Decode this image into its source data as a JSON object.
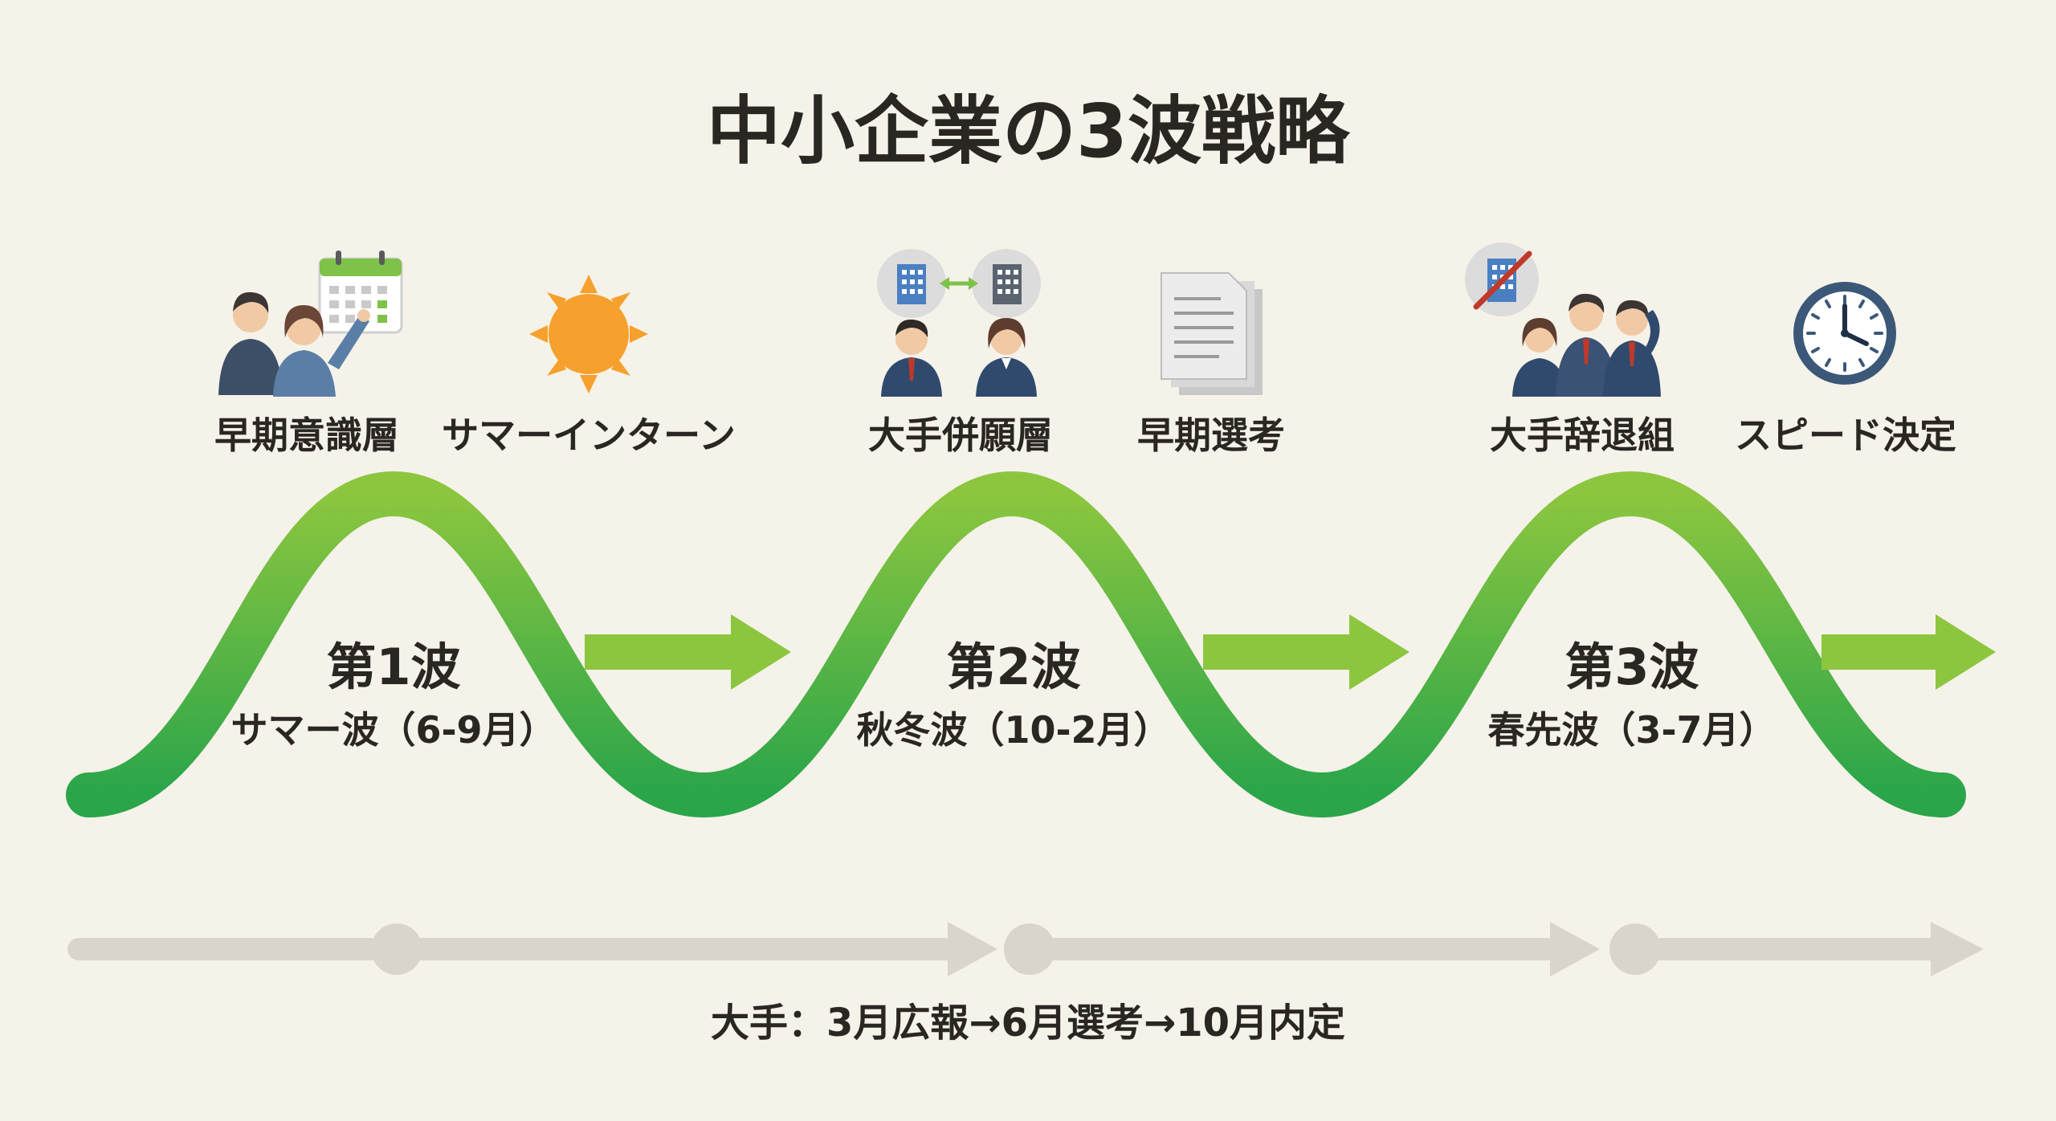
{
  "title": "中小企業の3波戦略",
  "waves": [
    {
      "name": "第1波",
      "subtitle": "サマー波（6-9月）",
      "items": [
        {
          "label": "早期意識層",
          "icon": "people-calendar-icon"
        },
        {
          "label": "サマーインターン",
          "icon": "sun-icon"
        }
      ]
    },
    {
      "name": "第2波",
      "subtitle": "秋冬波（10-2月）",
      "items": [
        {
          "label": "大手併願層",
          "icon": "two-buildings-applicants-icon"
        },
        {
          "label": "早期選考",
          "icon": "documents-icon"
        }
      ]
    },
    {
      "name": "第3波",
      "subtitle": "春先波（3-7月）",
      "items": [
        {
          "label": "大手辞退組",
          "icon": "crossed-building-people-icon"
        },
        {
          "label": "スピード決定",
          "icon": "clock-icon"
        }
      ]
    }
  ],
  "timeline": {
    "caption": "大手：3月広報→6月選考→10月内定"
  },
  "colors": {
    "background": "#f5f2e9",
    "wave_light": "#8cc63f",
    "wave_dark": "#2aa54a",
    "arrow": "#8cc63f",
    "timeline": "#d9d5cd",
    "text": "#2a2622",
    "sun": "#f6a02d",
    "building": "#4a7fc1",
    "suit": "#2f4a6d",
    "clock": "#3b5878"
  }
}
